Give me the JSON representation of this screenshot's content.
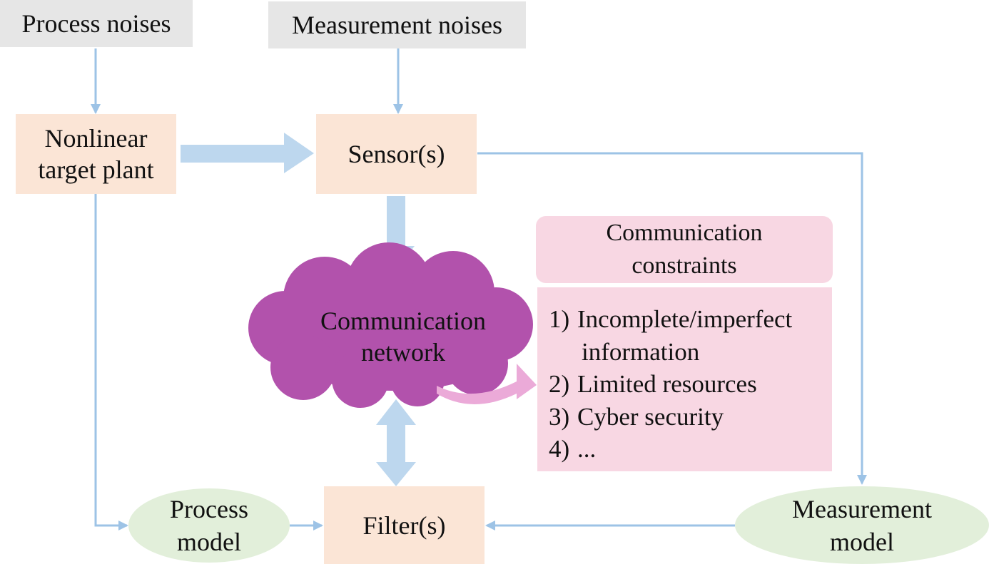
{
  "nodes": {
    "process_noises": "Process noises",
    "measurement_noises": "Measurement noises",
    "nonlinear_plant": [
      "Nonlinear",
      "target plant"
    ],
    "sensors": "Sensor(s)",
    "communication_network": [
      "Communication",
      "network"
    ],
    "communication_constraints": [
      "Communication",
      "constraints"
    ],
    "process_model": [
      "Process",
      "model"
    ],
    "filters": "Filter(s)",
    "measurement_model": [
      "Measurement",
      "model"
    ]
  },
  "constraints_list": [
    {
      "num": "1)",
      "text": [
        "Incomplete/imperfect",
        "information"
      ]
    },
    {
      "num": "2)",
      "text": [
        "Limited resources"
      ]
    },
    {
      "num": "3)",
      "text": [
        "Cyber security"
      ]
    },
    {
      "num": "4)",
      "text": [
        "..."
      ]
    }
  ],
  "colors": {
    "noise_box": "#e6e6e6",
    "block": "#fbe5d6",
    "model_ellipse": "#e2efda",
    "constraints": "#f8d7e3",
    "cloud": "#b252ac",
    "connector": "#9dc3e6",
    "thick_arrow": "#bdd7ee",
    "pink_arrow": "#ebaad8"
  }
}
